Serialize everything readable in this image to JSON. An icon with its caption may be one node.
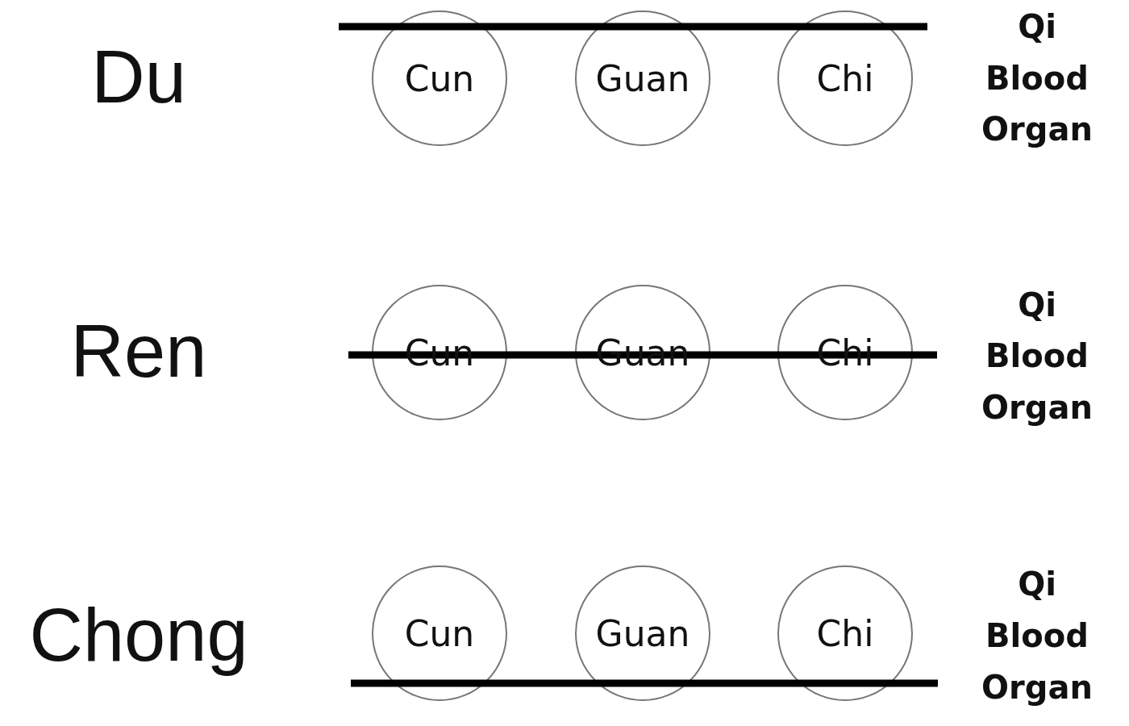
{
  "diagram": {
    "nodes": [
      {
        "text": [
          "Cun"
        ]
      },
      {
        "text": [
          "Guan"
        ]
      },
      {
        "text": [
          "Chi"
        ]
      },
      {
        "text": [
          "Cun"
        ]
      },
      {
        "text": [
          "Guan"
        ]
      },
      {
        "text": [
          "Chi"
        ]
      },
      {
        "text": [
          "Cun"
        ]
      },
      {
        "text": [
          "Guan"
        ]
      },
      {
        "text": [
          "Chi"
        ]
      }
    ],
    "edges": [],
    "labels": [
      "Du",
      "Qi",
      "Blood",
      "Organ",
      "Ren",
      "Qi",
      "Blood",
      "Organ",
      "Chong",
      "Qi",
      "Blood",
      "Organ"
    ]
  }
}
